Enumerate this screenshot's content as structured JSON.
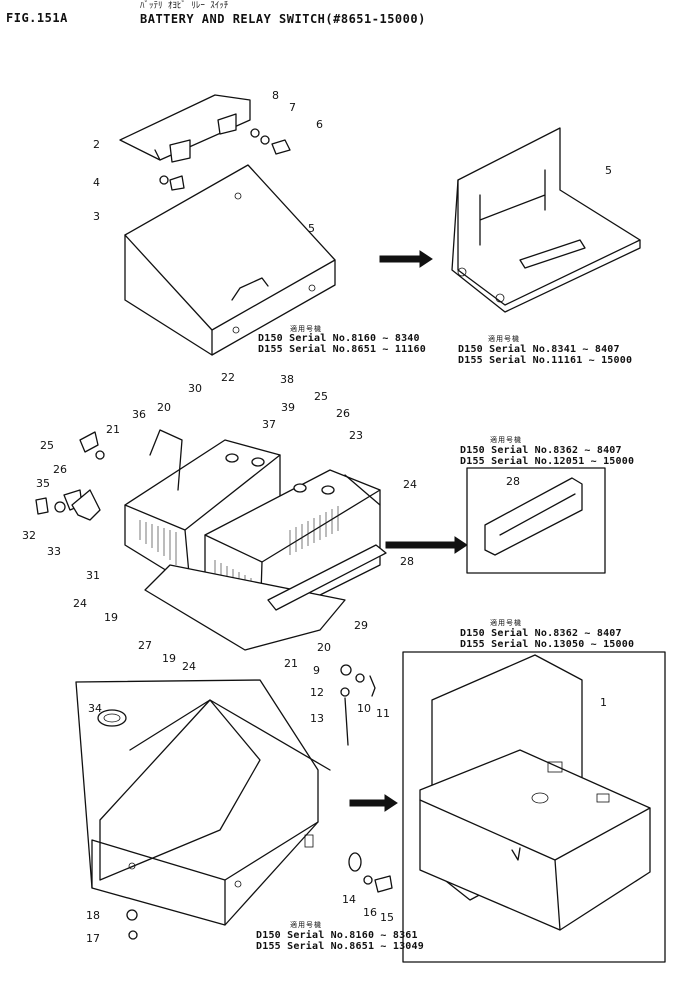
{
  "header": {
    "fig_label": "FIG.151A",
    "japanese_title": "ﾊﾞｯﾃﾘ ｵﾖﾋﾞ ﾘﾚｰ ｽｲｯﾁ",
    "title": "BATTERY AND RELAY SWITCH(#8651-15000)"
  },
  "serial_notes": [
    {
      "heading": "適用号機",
      "lines": [
        "D150 Serial  No.8160 ~ 8340",
        "D155 Serial  No.8651 ~ 11160"
      ]
    },
    {
      "heading": "適用号機",
      "lines": [
        "D150 Serial  No.8341 ~ 8407",
        "D155 Serial  No.11161 ~ 15000"
      ]
    },
    {
      "heading": "適用号機",
      "lines": [
        "D150 Serial  No.8362 ~ 8407",
        "D155 Serial  No.12051 ~ 15000"
      ]
    },
    {
      "heading": "適用号機",
      "lines": [
        "D150 Serial  No.8362 ~ 8407",
        "D155 Serial  No.13050 ~ 15000"
      ]
    },
    {
      "heading": "適用号機",
      "lines": [
        "D150 Serial  No.8160 ~ 8361",
        "D155 Serial  No.8651 ~ 13049"
      ]
    }
  ],
  "callouts": [
    "8",
    "7",
    "6",
    "2",
    "4",
    "3",
    "5",
    "5",
    "22",
    "38",
    "39",
    "30",
    "20",
    "36",
    "37",
    "25",
    "26",
    "23",
    "21",
    "25",
    "26",
    "35",
    "24",
    "28",
    "32",
    "33",
    "31",
    "24",
    "19",
    "27",
    "19",
    "24",
    "29",
    "20",
    "21",
    "28",
    "9",
    "12",
    "13",
    "10",
    "11",
    "34",
    "1",
    "18",
    "17",
    "14",
    "16",
    "15"
  ]
}
